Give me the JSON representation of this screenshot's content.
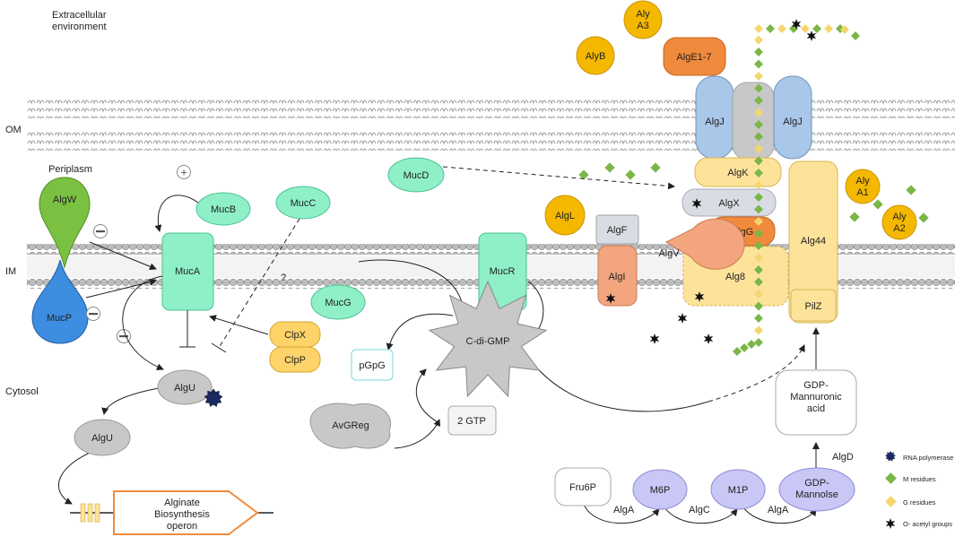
{
  "regions": {
    "extracellular": "Extracellular\nenvironment",
    "om": "OM",
    "periplasm": "Periplasm",
    "im": "IM",
    "cytosol": "Cytosol"
  },
  "proteins": {
    "alyA3": "Aly\nA3",
    "alyB": "AlyB",
    "algE": "AlgE1-7",
    "algJ": "AlgJ",
    "algK": "AlgK",
    "algX": "AlgX",
    "algG": "AlgG",
    "alg44": "Alg44",
    "alg8": "Alg8",
    "pilZ": "PilZ",
    "algV": "AlgV",
    "algI": "AlgI",
    "algF": "AlgF",
    "algL": "AlgL",
    "alyA1": "Aly\nA1",
    "alyA2": "Aly\nA2",
    "algW": "AlgW",
    "mucP": "MucP",
    "mucA": "MucA",
    "mucB": "MucB",
    "mucC": "MucC",
    "mucD": "MucD",
    "mucG": "MucG",
    "mucR": "MucR",
    "clpX": "ClpX",
    "clpP": "ClpP",
    "algUMembrane": "AlgU",
    "algUFree": "AlgU",
    "avgReg": "AvGReg"
  },
  "molecules": {
    "cdiGMP": "C-di-GMP",
    "pGpG": "pGpG",
    "gtp": "2 GTP",
    "gdpMannuronic": "GDP-\nMannuronic\nacid",
    "fru6p": "Fru6P",
    "m6p": "M6P",
    "m1p": "M1P",
    "gdpMannose": "GDP-\nMannolse"
  },
  "operon": "Alginate\nBiosynthesis\noperon",
  "enzymeLabels": {
    "algA1": "AlgA",
    "algC": "AlgC",
    "algA2": "AlgA",
    "algD": "AlgD"
  },
  "signs": {
    "plus": "+",
    "minus": "−",
    "question": "?"
  },
  "legend": [
    {
      "label": "RNA polymerase",
      "icon": "rna-polymerase-icon",
      "color": "#1b2a5e"
    },
    {
      "label": "M residues",
      "icon": "m-residue-icon",
      "color": "#7ab648"
    },
    {
      "label": "G residues",
      "icon": "g-residue-icon",
      "color": "#f5d66e"
    },
    {
      "label": "O- acetyl groups",
      "icon": "o-acetyl-icon",
      "color": "#111111"
    }
  ],
  "colors": {
    "aly": "#f5b800",
    "algE": "#f08a3c",
    "algJ": "#a9c7e8",
    "porin": "#c8c8c8",
    "yellowComplex": "#fde39a",
    "algX": "#d9dce3",
    "algG": "#f08a3c",
    "salmon": "#f2a57f",
    "algF": "#d9dce3",
    "muc": "#8ff0c8",
    "algW": "#7ac142",
    "mucP": "#3d8de0",
    "clp": "#fdd36a",
    "grey": "#c8c8c8",
    "lavender": "#c9c7f5"
  }
}
